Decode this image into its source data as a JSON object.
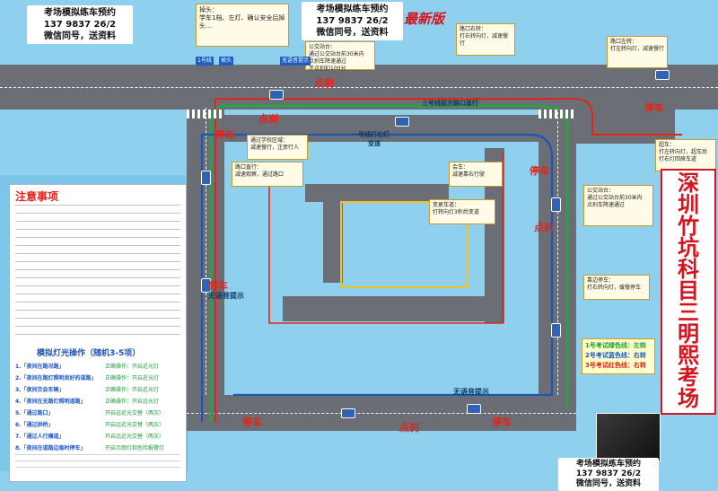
{
  "ads": {
    "top_left": {
      "line1": "考场模拟练车预约",
      "line2": "137 9837 26/2",
      "line3": "微信同号，送资料"
    },
    "top_center": {
      "line1": "考场模拟练车预约",
      "line2": "137 9837 26/2",
      "line3": "微信同号，送资料"
    },
    "bottom_right": {
      "line1": "考场模拟练车预约",
      "line2": "137 9837 26/2",
      "line3": "微信同号，送资料"
    }
  },
  "badge": {
    "latest": "最新版"
  },
  "vertical_title": {
    "text": "深圳竹坑科目三明熙考场"
  },
  "labels": {
    "line3_direct": "三号线前方路口直行",
    "line1_right_signal": "一号线打右灯",
    "lane_change": "变道",
    "no_voice": "无语音提示",
    "no_voice_2": "无语音提示",
    "no_voice_3": "无语音提示",
    "stop": "停车",
    "point_deduct": "点刹",
    "line1_start": "1号线",
    "start_word": "掉头"
  },
  "lines_legend": {
    "line1": {
      "label": "1号考试绿色线：",
      "value": "左转",
      "color": "#1f9a3a"
    },
    "line2": {
      "label": "2号考试蓝色线：",
      "value": "右转",
      "color": "#1f55b8"
    },
    "line3": {
      "label": "3号考试红色线：",
      "value": "右转",
      "color": "#d62418"
    }
  },
  "notes": {
    "title": "注意事项",
    "lighting_title": "模拟灯光操作（随机3-5项）",
    "lighting_items": [
      "1.「夜间在路况路」",
      "2.「夜间在路灯照明良好的道路」",
      "3.「夜间交会车辆」",
      "4.「夜间在无路灯照明道路」",
      "5.「通过路口」",
      "6.「通过拱桥」",
      "7.「通过人行横道」",
      "8.「夜间在道路边临时停车」"
    ],
    "lighting_actions": [
      "正确操作：开启近光灯",
      "正确操作：开启近光灯",
      "正确操作：开启近光灯",
      "正确操作：开启远光灯",
      "开启远近光交替（两次）",
      "开启远近光交替（两次）",
      "开启远近光交替（两次）",
      "开启示廓灯和危险报警灯"
    ]
  },
  "callouts": {
    "uturn": "掉头：\n学车1档、左灯、确认安全后掉头…",
    "bus_stop": "公交站台：\n通过公交站台前30米内\n点刹车降速通过\n不点刹扣100分",
    "overtake": "超车：\n打左转向灯，超车后\n打右灯回原车道",
    "right_turn": "路口右转：\n打右转向灯，减速慢行",
    "school": "通过学校区域：\n减速慢行，注意行人",
    "straight": "路口直行：\n减速观察，通过路口",
    "left_turn": "路口左转：\n打左转向灯，减速慢行",
    "bus_stop2": "公交站台：\n通过公交站台前30米内\n点刹车降速通过",
    "stop_note": "靠边停车：\n打右转向灯，缓慢停车",
    "meet_car": "会车：\n减速靠右行驶",
    "change_lane": "变更车道：\n打转向灯3秒后变道"
  }
}
